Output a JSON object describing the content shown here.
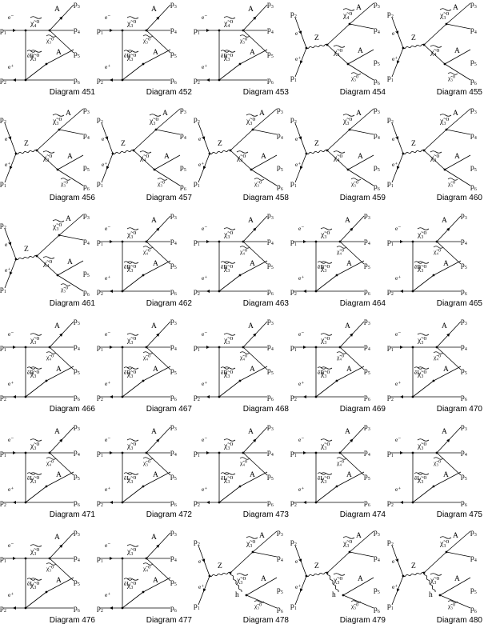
{
  "diagrams": [
    {
      "caption": "Diagram 451",
      "type": "t",
      "ext": {
        "p1": "p₁",
        "p2": "p₂",
        "p3": "p₃",
        "p4": "p₄",
        "p5": "p₅",
        "p6": "p₆"
      },
      "labels": {
        "em": "e⁻",
        "ep": "e⁺",
        "prop": "ẽR",
        "ch1": "χ̃₄⁰",
        "ch2": "χ̃₃⁰",
        "ch3": "χ̃₃⁰",
        "A1": "A",
        "A2": "A"
      }
    },
    {
      "caption": "Diagram 452",
      "type": "t",
      "ext": {
        "p1": "p₁",
        "p2": "p₂",
        "p3": "p₃",
        "p4": "p₄",
        "p5": "p₅",
        "p6": "p₆"
      },
      "labels": {
        "em": "e⁻",
        "ep": "e⁺",
        "prop": "ẽR",
        "ch1": "χ̃₃⁰",
        "ch2": "χ̃₃⁰",
        "ch3": "χ̃₃⁰",
        "A1": "A",
        "A2": "A"
      }
    },
    {
      "caption": "Diagram 453",
      "type": "t",
      "ext": {
        "p1": "p₁",
        "p2": "p₂",
        "p3": "p₃",
        "p4": "p₄",
        "p5": "p₅",
        "p6": "p₆"
      },
      "labels": {
        "em": "e⁻",
        "ep": "e⁺",
        "prop": "ẽR",
        "ch1": "χ̃₄⁰",
        "ch2": "χ̃₃⁰",
        "ch3": "χ̃₃⁰",
        "A1": "A",
        "A2": "A"
      }
    },
    {
      "caption": "Diagram 454",
      "type": "s",
      "ext": {
        "p1": "p₁",
        "p2": "p₂",
        "p3": "p₃",
        "p4": "p₄",
        "p5": "p₅",
        "p6": "p₆"
      },
      "labels": {
        "em": "e⁻",
        "ep": "e⁺",
        "Z": "Z",
        "ch1": "χ̃₄⁰",
        "ch2": "χ̃₃⁰",
        "ch3": "χ̃₃⁰",
        "A1": "A",
        "A2": "A"
      }
    },
    {
      "caption": "Diagram 455",
      "type": "s",
      "ext": {
        "p1": "p₁",
        "p2": "p₂",
        "p3": "p₃",
        "p4": "p₄",
        "p5": "p₅",
        "p6": "p₆"
      },
      "labels": {
        "em": "e⁻",
        "ep": "e⁺",
        "Z": "Z",
        "ch1": "χ̃₃⁰",
        "ch2": "χ̃₄⁰",
        "ch3": "χ̃₃⁰",
        "A1": "A",
        "A2": "A"
      }
    },
    {
      "caption": "Diagram 456",
      "type": "s",
      "ext": {
        "p1": "p₁",
        "p2": "p₂",
        "p3": "p₃",
        "p4": "p₄",
        "p5": "p₅",
        "p6": "p₆"
      },
      "labels": {
        "em": "e⁻",
        "ep": "e⁺",
        "Z": "Z",
        "ch1": "χ̃₃⁰",
        "ch2": "χ̃₃⁰",
        "ch3": "χ̃₃⁰",
        "A1": "A",
        "A2": "A"
      }
    },
    {
      "caption": "Diagram 457",
      "type": "s",
      "ext": {
        "p1": "p₁",
        "p2": "p₂",
        "p3": "p₃",
        "p4": "p₄",
        "p5": "p₅",
        "p6": "p₆"
      },
      "labels": {
        "em": "e⁻",
        "ep": "e⁺",
        "Z": "Z",
        "ch1": "χ̃₃⁰",
        "ch2": "χ̃₄⁰",
        "ch3": "χ̃₃⁰",
        "A1": "A",
        "A2": "A"
      }
    },
    {
      "caption": "Diagram 458",
      "type": "s",
      "ext": {
        "p1": "p₁",
        "p2": "p₂",
        "p3": "p₃",
        "p4": "p₄",
        "p5": "p₅",
        "p6": "p₆"
      },
      "labels": {
        "em": "e⁻",
        "ep": "e⁺",
        "Z": "Z",
        "ch1": "χ̃₃⁰",
        "ch2": "χ̃₃⁰",
        "ch3": "χ̃₃⁰",
        "A1": "A",
        "A2": "A"
      }
    },
    {
      "caption": "Diagram 459",
      "type": "s",
      "ext": {
        "p1": "p₁",
        "p2": "p₂",
        "p3": "p₃",
        "p4": "p₄",
        "p5": "p₅",
        "p6": "p₆"
      },
      "labels": {
        "em": "e⁻",
        "ep": "e⁺",
        "Z": "Z",
        "ch1": "χ̃₃⁰",
        "ch2": "χ̃₄⁰",
        "ch3": "χ̃₃⁰",
        "A1": "A",
        "A2": "A"
      }
    },
    {
      "caption": "Diagram 460",
      "type": "s",
      "ext": {
        "p1": "p₁",
        "p2": "p₂",
        "p3": "p₃",
        "p4": "p₄",
        "p5": "p₅",
        "p6": "p₆"
      },
      "labels": {
        "em": "e⁻",
        "ep": "e⁺",
        "Z": "Z",
        "ch1": "χ̃₃⁰",
        "ch2": "χ̃₃⁰",
        "ch3": "χ̃₃⁰",
        "A1": "A",
        "A2": "A"
      }
    },
    {
      "caption": "Diagram 461",
      "type": "s",
      "ext": {
        "p1": "p₁",
        "p2": "p₂",
        "p3": "p₃",
        "p4": "p₄",
        "p5": "p₅",
        "p6": "p₆"
      },
      "labels": {
        "em": "e⁻",
        "ep": "e⁺",
        "Z": "Z",
        "ch1": "χ̃₃⁰",
        "ch2": "χ̃₄⁰",
        "ch3": "χ̃₃⁰",
        "A1": "A",
        "A2": "A"
      }
    },
    {
      "caption": "Diagram 462",
      "type": "t",
      "ext": {
        "p1": "p₁",
        "p2": "p₂",
        "p3": "p₃",
        "p4": "p₄",
        "p5": "p₅",
        "p6": "p₆"
      },
      "labels": {
        "em": "e⁻",
        "ep": "e⁺",
        "prop": "ẽR",
        "ch1": "χ̃₃⁰",
        "ch2": "χ̃₄⁰",
        "ch3": "χ̃₃⁰",
        "A1": "A",
        "A2": "A"
      }
    },
    {
      "caption": "Diagram 463",
      "type": "t",
      "ext": {
        "p1": "p₁",
        "p2": "p₂",
        "p3": "p₃",
        "p4": "p₄",
        "p5": "p₅",
        "p6": "p₆"
      },
      "labels": {
        "em": "e⁻",
        "ep": "e⁺",
        "prop": "ẽR",
        "ch1": "χ̃₃⁰",
        "ch2": "χ̃₄⁰",
        "ch3": "χ̃₃⁰",
        "A1": "A",
        "A2": "A"
      }
    },
    {
      "caption": "Diagram 464",
      "type": "t",
      "ext": {
        "p1": "p₁",
        "p2": "p₂",
        "p3": "p₃",
        "p4": "p₄",
        "p5": "p₅",
        "p6": "p₆"
      },
      "labels": {
        "em": "e⁻",
        "ep": "e⁺",
        "prop": "ẽR",
        "ch1": "χ̃₃⁰",
        "ch2": "χ̃₄⁰",
        "ch3": "χ̃₃⁰",
        "A1": "A",
        "A2": "A"
      }
    },
    {
      "caption": "Diagram 465",
      "type": "t",
      "ext": {
        "p1": "p₁",
        "p2": "p₂",
        "p3": "p₃",
        "p4": "p₄",
        "p5": "p₅",
        "p6": "p₆"
      },
      "labels": {
        "em": "e⁻",
        "ep": "e⁺",
        "prop": "ẽR",
        "ch1": "χ̃₃⁰",
        "ch2": "χ̃₄⁰",
        "ch3": "χ̃₃⁰",
        "A1": "A",
        "A2": "A"
      }
    },
    {
      "caption": "Diagram 466",
      "type": "t",
      "ext": {
        "p1": "p₁",
        "p2": "p₂",
        "p3": "p₃",
        "p4": "p₄",
        "p5": "p₅",
        "p6": "p₆"
      },
      "labels": {
        "em": "e⁻",
        "ep": "e⁺",
        "prop": "ẽR",
        "ch1": "χ̃₃⁰",
        "ch2": "χ̃₄⁰",
        "ch3": "χ̃₃⁰",
        "A1": "A",
        "A2": "A"
      }
    },
    {
      "caption": "Diagram 467",
      "type": "t",
      "ext": {
        "p1": "p₁",
        "p2": "p₂",
        "p3": "p₃",
        "p4": "p₄",
        "p5": "p₅",
        "p6": "p₆"
      },
      "labels": {
        "em": "e⁻",
        "ep": "e⁺",
        "prop": "ẽR",
        "ch1": "χ̃₃⁰",
        "ch2": "χ̃₄⁰",
        "ch3": "χ̃₃⁰",
        "A1": "A",
        "A2": "A"
      }
    },
    {
      "caption": "Diagram 468",
      "type": "t",
      "ext": {
        "p1": "p₁",
        "p2": "p₂",
        "p3": "p₃",
        "p4": "p₄",
        "p5": "p₅",
        "p6": "p₆"
      },
      "labels": {
        "em": "e⁻",
        "ep": "e⁺",
        "prop": "ẽR",
        "ch1": "χ̃₃⁰",
        "ch2": "χ̃₄⁰",
        "ch3": "χ̃₃⁰",
        "A1": "A",
        "A2": "A"
      }
    },
    {
      "caption": "Diagram 469",
      "type": "t",
      "ext": {
        "p1": "p₁",
        "p2": "p₂",
        "p3": "p₃",
        "p4": "p₄",
        "p5": "p₅",
        "p6": "p₆"
      },
      "labels": {
        "em": "e⁻",
        "ep": "e⁺",
        "prop": "ẽR",
        "ch1": "χ̃₃⁰",
        "ch2": "χ̃₄⁰",
        "ch3": "χ̃₃⁰",
        "A1": "A",
        "A2": "A"
      }
    },
    {
      "caption": "Diagram 470",
      "type": "t",
      "ext": {
        "p1": "p₁",
        "p2": "p₂",
        "p3": "p₃",
        "p4": "p₄",
        "p5": "p₅",
        "p6": "p₆"
      },
      "labels": {
        "em": "e⁻",
        "ep": "e⁺",
        "prop": "ẽL",
        "ch1": "χ̃₃⁰",
        "ch2": "χ̃₄⁰",
        "ch3": "χ̃₃⁰",
        "A1": "A",
        "A2": "A"
      }
    },
    {
      "caption": "Diagram 471",
      "type": "t",
      "ext": {
        "p1": "p₁",
        "p2": "p₂",
        "p3": "p₃",
        "p4": "p₄",
        "p5": "p₅",
        "p6": "p₆"
      },
      "labels": {
        "em": "e⁻",
        "ep": "e⁺",
        "prop": "ẽL",
        "ch1": "χ̃₃⁰",
        "ch2": "χ̃₄⁰",
        "ch3": "χ̃₃⁰",
        "A1": "A",
        "A2": "A"
      }
    },
    {
      "caption": "Diagram 472",
      "type": "t",
      "ext": {
        "p1": "p₁",
        "p2": "p₂",
        "p3": "p₃",
        "p4": "p₄",
        "p5": "p₅",
        "p6": "p₆"
      },
      "labels": {
        "em": "e⁻",
        "ep": "e⁺",
        "prop": "ẽL",
        "ch1": "χ̃₃⁰",
        "ch2": "χ̃₃⁰",
        "ch3": "χ̃₃⁰",
        "A1": "A",
        "A2": "A"
      }
    },
    {
      "caption": "Diagram 473",
      "type": "t",
      "ext": {
        "p1": "p₁",
        "p2": "p₂",
        "p3": "p₃",
        "p4": "p₄",
        "p5": "p₅",
        "p6": "p₆"
      },
      "labels": {
        "em": "e⁻",
        "ep": "e⁺",
        "prop": "ẽL",
        "ch1": "χ̃₃⁰",
        "ch2": "χ̃₄⁰",
        "ch3": "χ̃₃⁰",
        "A1": "A",
        "A2": "A"
      }
    },
    {
      "caption": "Diagram 474",
      "type": "t",
      "ext": {
        "p1": "p₁",
        "p2": "p₂",
        "p3": "p₃",
        "p4": "p₄",
        "p5": "p₅",
        "p6": "p₆"
      },
      "labels": {
        "em": "e⁻",
        "ep": "e⁺",
        "prop": "ẽL",
        "ch1": "χ̃₃⁰",
        "ch2": "χ̃₄⁰",
        "ch3": "χ̃₃⁰",
        "A1": "A",
        "A2": "A"
      }
    },
    {
      "caption": "Diagram 475",
      "type": "t",
      "ext": {
        "p1": "p₁",
        "p2": "p₂",
        "p3": "p₃",
        "p4": "p₄",
        "p5": "p₅",
        "p6": "p₆"
      },
      "labels": {
        "em": "e⁻",
        "ep": "e⁺",
        "prop": "ẽL",
        "ch1": "χ̃₃⁰",
        "ch2": "χ̃₃⁰",
        "ch3": "χ̃₃⁰",
        "A1": "A",
        "A2": "A"
      }
    },
    {
      "caption": "Diagram 476",
      "type": "t",
      "ext": {
        "p1": "p₁",
        "p2": "p₂",
        "p3": "p₃",
        "p4": "p₄",
        "p5": "p₅",
        "p6": "p₆"
      },
      "labels": {
        "em": "e⁻",
        "ep": "e⁺",
        "prop": "ẽL",
        "ch1": "χ̃₃⁰",
        "ch2": "χ̃₃⁰",
        "ch3": "χ̃₃⁰",
        "A1": "A",
        "A2": "A"
      }
    },
    {
      "caption": "Diagram 477",
      "type": "t",
      "ext": {
        "p1": "p₁",
        "p2": "p₂",
        "p3": "p₃",
        "p4": "p₄",
        "p5": "p₅",
        "p6": "p₆"
      },
      "labels": {
        "em": "e⁻",
        "ep": "e⁺",
        "prop": "ẽL",
        "ch1": "χ̃₃⁰",
        "ch2": "χ̃₄⁰",
        "ch3": "χ̃₃⁰",
        "A1": "A",
        "A2": "A"
      }
    },
    {
      "caption": "Diagram 478",
      "type": "h",
      "ext": {
        "p1": "p₁",
        "p2": "p₂",
        "p3": "p₃",
        "p4": "p₄",
        "p5": "p₅",
        "p6": "p₆"
      },
      "labels": {
        "em": "e⁻",
        "ep": "e⁺",
        "Z": "Z",
        "h": "h",
        "ch1": "χ̃₃⁰",
        "ch2": "χ̃₃⁰",
        "ch3": "χ̃₃⁰",
        "A1": "A",
        "A2": "A"
      }
    },
    {
      "caption": "Diagram 479",
      "type": "h",
      "ext": {
        "p1": "p₁",
        "p2": "p₂",
        "p3": "p₃",
        "p4": "p₄",
        "p5": "p₅",
        "p6": "p₆"
      },
      "labels": {
        "em": "e⁻",
        "ep": "e⁺",
        "Z": "Z",
        "h": "h",
        "ch1": "χ̃₃⁰",
        "ch2": "χ̃₃⁰",
        "ch3": "χ̃₃⁰",
        "A1": "A",
        "A2": "A"
      }
    },
    {
      "caption": "Diagram 480",
      "type": "h",
      "ext": {
        "p1": "p₁",
        "p2": "p₂",
        "p3": "p₃",
        "p4": "p₄",
        "p5": "p₅",
        "p6": "p₆"
      },
      "labels": {
        "em": "e⁻",
        "ep": "e⁺",
        "Z": "Z",
        "h": "h",
        "ch1": "χ̃₃⁰",
        "ch2": "χ̃₃⁰",
        "ch3": "χ̃₃⁰",
        "A1": "A",
        "A2": "A"
      }
    }
  ]
}
